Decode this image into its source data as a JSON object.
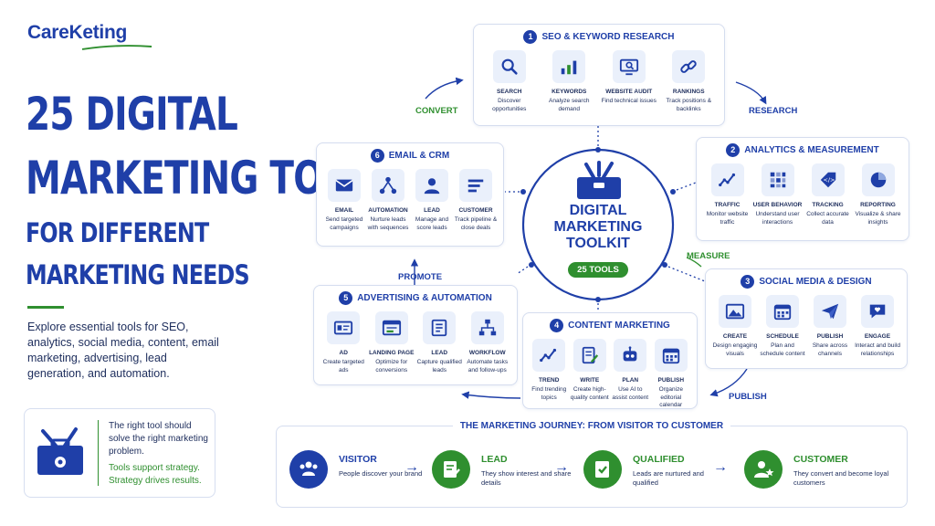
{
  "brand": {
    "name": "CareKeting",
    "color": "#1f3fa8",
    "accent": "#2f8f2f"
  },
  "headline": {
    "line1": "25 DIGITAL",
    "line2": "MARKETING TOOLS",
    "line3": "FOR DIFFERENT",
    "line4": "MARKETING NEEDS"
  },
  "intro": "Explore essential tools for SEO, analytics, social media, content, email marketing, advertising, lead generation, and automation.",
  "tip": {
    "line1": "The right tool should solve the right marketing problem.",
    "line2": "Tools support strategy. Strategy drives results."
  },
  "center": {
    "title": "DIGITAL MARKETING TOOLKIT",
    "badge": "25 TOOLS"
  },
  "flow_labels": {
    "convert": "CONVERT",
    "research": "RESEARCH",
    "measure": "MEASURE",
    "publish": "PUBLISH",
    "promote": "PROMOTE"
  },
  "sections": {
    "seo": {
      "num": "1",
      "title": "SEO & KEYWORD RESEARCH",
      "tools": [
        {
          "name": "SEARCH",
          "desc": "Discover opportunities",
          "icon": "search-icon"
        },
        {
          "name": "KEYWORDS",
          "desc": "Analyze search demand",
          "icon": "bar-chart-icon"
        },
        {
          "name": "WEBSITE AUDIT",
          "desc": "Find technical issues",
          "icon": "monitor-search-icon"
        },
        {
          "name": "RANKINGS",
          "desc": "Track positions & backlinks",
          "icon": "link-icon"
        }
      ]
    },
    "analytics": {
      "num": "2",
      "title": "ANALYTICS & MEASUREMENT",
      "tools": [
        {
          "name": "TRAFFIC",
          "desc": "Monitor website traffic",
          "icon": "line-trend-icon"
        },
        {
          "name": "USER BEHAVIOR",
          "desc": "Understand user interactions",
          "icon": "heatmap-icon"
        },
        {
          "name": "TRACKING",
          "desc": "Collect accurate data",
          "icon": "tag-code-icon"
        },
        {
          "name": "REPORTING",
          "desc": "Visualize & share insights",
          "icon": "pie-chart-icon"
        }
      ]
    },
    "social": {
      "num": "3",
      "title": "SOCIAL MEDIA & DESIGN",
      "tools": [
        {
          "name": "CREATE",
          "desc": "Design engaging visuals",
          "icon": "image-icon"
        },
        {
          "name": "SCHEDULE",
          "desc": "Plan and schedule content",
          "icon": "calendar-icon"
        },
        {
          "name": "PUBLISH",
          "desc": "Share across channels",
          "icon": "paper-plane-icon"
        },
        {
          "name": "ENGAGE",
          "desc": "Interact and build relationships",
          "icon": "chat-heart-icon"
        }
      ]
    },
    "content": {
      "num": "4",
      "title": "CONTENT MARKETING",
      "tools": [
        {
          "name": "TREND",
          "desc": "Find trending topics",
          "icon": "trend-icon"
        },
        {
          "name": "WRITE",
          "desc": "Create high-quality content",
          "icon": "document-pen-icon"
        },
        {
          "name": "PLAN",
          "desc": "Use AI to assist content",
          "icon": "robot-icon"
        },
        {
          "name": "PUBLISH",
          "desc": "Organize editorial calendar",
          "icon": "calendar-grid-icon"
        }
      ]
    },
    "ads": {
      "num": "5",
      "title": "ADVERTISING & AUTOMATION",
      "tools": [
        {
          "name": "AD",
          "desc": "Create targeted ads",
          "icon": "ad-card-icon"
        },
        {
          "name": "LANDING PAGE",
          "desc": "Optimize for conversions",
          "icon": "browser-icon"
        },
        {
          "name": "LEAD",
          "desc": "Capture qualified leads",
          "icon": "form-icon"
        },
        {
          "name": "WORKFLOW",
          "desc": "Automate tasks and follow-ups",
          "icon": "workflow-icon"
        }
      ]
    },
    "email": {
      "num": "6",
      "title": "EMAIL & CRM",
      "tools": [
        {
          "name": "EMAIL",
          "desc": "Send targeted campaigns",
          "icon": "envelope-icon"
        },
        {
          "name": "AUTOMATION",
          "desc": "Nurture leads with sequences",
          "icon": "flow-icon"
        },
        {
          "name": "LEAD",
          "desc": "Manage and score leads",
          "icon": "person-icon"
        },
        {
          "name": "CUSTOMER",
          "desc": "Track pipeline & close deals",
          "icon": "list-icon"
        }
      ]
    }
  },
  "journey": {
    "title": "THE MARKETING JOURNEY: FROM VISITOR TO CUSTOMER",
    "stages": [
      {
        "name": "VISITOR",
        "desc": "People discover your brand",
        "color": "#1f3fa8"
      },
      {
        "name": "LEAD",
        "desc": "They show interest and share details",
        "color": "#2f8f2f"
      },
      {
        "name": "QUALIFIED",
        "desc": "Leads are nurtured and qualified",
        "color": "#2f8f2f"
      },
      {
        "name": "CUSTOMER",
        "desc": "They convert and become loyal customers",
        "color": "#2f8f2f"
      }
    ]
  }
}
